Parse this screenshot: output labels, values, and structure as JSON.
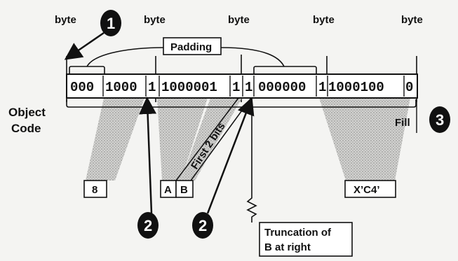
{
  "byte_labels": [
    "byte",
    "byte",
    "byte",
    "byte",
    "byte"
  ],
  "padding_label": "Padding",
  "object_code_label_line1": "Object",
  "object_code_label_line2": "Code",
  "bit_groups": [
    "000",
    "1000",
    "1",
    "1000001",
    "1",
    "1",
    "000000",
    "1",
    "1000100",
    "0"
  ],
  "first_bits_label": "First 2 bits",
  "fill_label": "Fill",
  "value_boxes": [
    "8",
    "A",
    "B",
    "X’C4’"
  ],
  "truncation_line1": "Truncation of",
  "truncation_line2": "B at right",
  "callouts": [
    "1",
    "2",
    "2",
    "3"
  ]
}
